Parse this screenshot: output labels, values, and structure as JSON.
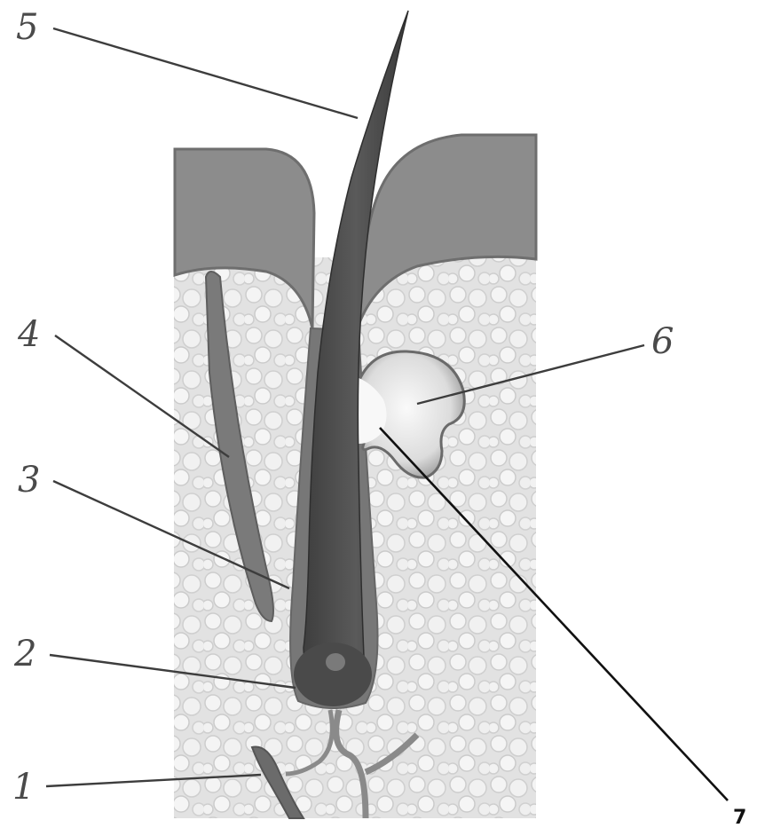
{
  "labels": {
    "l1": "1",
    "l2": "2",
    "l3": "3",
    "l4": "4",
    "l5": "5",
    "l6": "6",
    "l7": "7"
  },
  "colors": {
    "epidermis": "#8c8c8c",
    "dermis_base": "#e4e4e4",
    "hair_shaft": "#4a4a4a",
    "muscle": "#7a7a7a",
    "gland": "#ededed",
    "vessel": "#6b6b6b",
    "text": "#4a4a4a"
  }
}
